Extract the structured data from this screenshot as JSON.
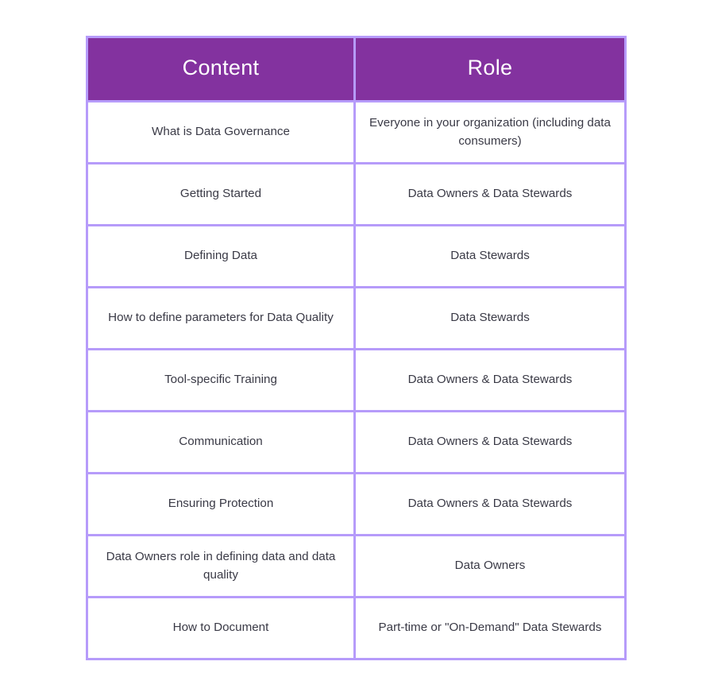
{
  "table": {
    "columns": [
      {
        "key": "content",
        "label": "Content"
      },
      {
        "key": "role",
        "label": "Role"
      }
    ],
    "rows": [
      {
        "content": "What is Data Governance",
        "role": "Everyone in your organization (including data consumers)"
      },
      {
        "content": "Getting Started",
        "role": "Data Owners & Data Stewards"
      },
      {
        "content": "Defining Data",
        "role": "Data Stewards"
      },
      {
        "content": "How to define parameters for Data Quality",
        "role": "Data Stewards"
      },
      {
        "content": "Tool-specific Training",
        "role": "Data Owners & Data Stewards"
      },
      {
        "content": "Communication",
        "role": "Data Owners & Data Stewards"
      },
      {
        "content": "Ensuring Protection",
        "role": "Data Owners & Data Stewards"
      },
      {
        "content": "Data Owners role in defining data and data quality",
        "role": "Data Owners"
      },
      {
        "content": "How to Document",
        "role": "Part-time or \"On-Demand\" Data Stewards"
      }
    ]
  },
  "colors": {
    "header_background": "#83329f",
    "header_text": "#ffffff",
    "border": "#b69bfa",
    "cell_background": "#ffffff",
    "cell_text": "#3a3a46",
    "page_background": "#ffffff"
  }
}
